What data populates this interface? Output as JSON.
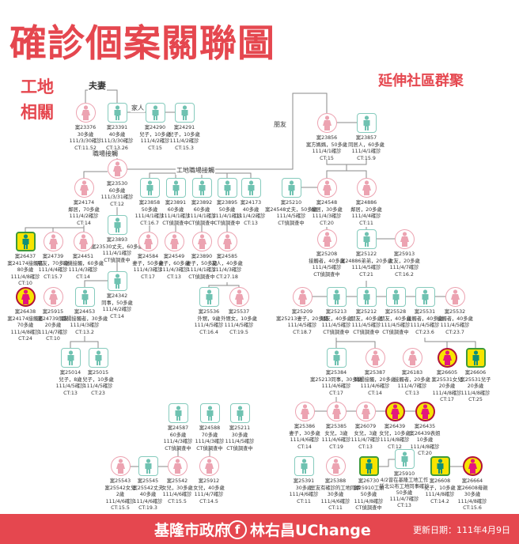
{
  "title": "確診個案關聯圖",
  "side_label_1": "工地",
  "side_label_2": "相關",
  "right_label": "延伸社區群聚",
  "relations": {
    "couple": "夫妻",
    "family": "家人",
    "workplace": "職場接觸",
    "site_workplace": "工地職場接觸",
    "friend": "朋友"
  },
  "colors": {
    "brand_red": "#e5474f",
    "female": "#eca3b1",
    "male": "#86cbbd",
    "highlight_new": "#f7e400"
  },
  "nodes": [
    {
      "sex": "F",
      "hl": false,
      "lines": [
        "案23376",
        "30多歲",
        "111/3/30確診",
        "CT:11.52"
      ]
    },
    {
      "sex": "M",
      "hl": false,
      "lines": [
        "案23391",
        "40多歲",
        "111/3/30確診",
        "CT:13.26"
      ]
    },
    {
      "sex": "M",
      "hl": false,
      "lines": [
        "案24290",
        "兒子，10多歲",
        "111/4/2確診",
        "CT:15"
      ]
    },
    {
      "sex": "M",
      "hl": false,
      "lines": [
        "案24291",
        "兒子，10多歲",
        "111/4/2確診",
        "CT:15.3"
      ]
    },
    {
      "sex": "F",
      "hl": false,
      "lines": [
        "案23530",
        "60多歲",
        "111/3/31確診",
        "CT:12"
      ]
    },
    {
      "sex": "F",
      "hl": false,
      "lines": [
        "案24174",
        "鄰居，70多歲",
        "111/4/2確診",
        "CT:14"
      ]
    },
    {
      "sex": "M",
      "hl": false,
      "lines": [
        "案23858",
        "50多歲",
        "111/4/1確診",
        "CT:16.7"
      ]
    },
    {
      "sex": "M",
      "hl": false,
      "lines": [
        "案23891",
        "60多歲",
        "111/4/1確診",
        "CT偵調查中"
      ]
    },
    {
      "sex": "M",
      "hl": false,
      "lines": [
        "案23892",
        "60多歲",
        "111/4/1確診",
        "CT偵調查中"
      ]
    },
    {
      "sex": "M",
      "hl": false,
      "lines": [
        "案23895",
        "50多歲",
        "111/4/1確診",
        "CT偵調查中"
      ]
    },
    {
      "sex": "M",
      "hl": false,
      "lines": [
        "案24173",
        "40多歲",
        "111/4/2確診",
        "CT:13"
      ]
    },
    {
      "sex": "M",
      "hl": false,
      "lines": [
        "案23893",
        "案23530丈夫，60多歲",
        "111/4/1確診",
        "CT偵調查中"
      ]
    },
    {
      "sex": "M",
      "hl": true,
      "lines": [
        "案26437",
        "案24174接觸者",
        "80多歲",
        "111/4/8確診",
        "CT:10"
      ]
    },
    {
      "sex": "F",
      "hl": false,
      "lines": [
        "案24739",
        "朋友，70多歲",
        "111/4/4確診",
        "CT:15.7"
      ]
    },
    {
      "sex": "F",
      "hl": false,
      "lines": [
        "案24451",
        "司機接觸，60多歲",
        "111/4/3確診",
        "CT:14"
      ]
    },
    {
      "sex": "F",
      "hl": false,
      "lines": [
        "案24584",
        "妻子，50多歲",
        "111/4/3確診",
        "CT:17"
      ]
    },
    {
      "sex": "F",
      "hl": false,
      "lines": [
        "案24549",
        "妻子，60多歲",
        "111/4/3確診",
        "CT:13"
      ]
    },
    {
      "sex": "F",
      "hl": false,
      "lines": [
        "案23890",
        "妻子，50多歲",
        "111/4/1確診",
        "CT偵調查中"
      ]
    },
    {
      "sex": "F",
      "hl": false,
      "lines": [
        "案24585",
        "友人，40多歲",
        "111/4/3確診",
        "CT:27.18"
      ]
    },
    {
      "sex": "M",
      "hl": false,
      "lines": [
        "案24342",
        "同事，50多歲",
        "111/4/2確診",
        "CT:14"
      ]
    },
    {
      "sex": "F",
      "hl": true,
      "lines": [
        "案26438",
        "案24174接觸者",
        "70多歲",
        "111/4/8確診",
        "CT:24"
      ]
    },
    {
      "sex": "F",
      "hl": false,
      "lines": [
        "案25915",
        "案24739朋友",
        "20多歲",
        "111/4/7確診",
        "CT:10"
      ]
    },
    {
      "sex": "M",
      "hl": false,
      "lines": [
        "案24453",
        "職場接觸者，30多歲",
        "111/4/3確診",
        "CT:13.2"
      ]
    },
    {
      "sex": "M",
      "hl": false,
      "lines": [
        "案25536",
        "外甥，9歲",
        "111/4/5確診",
        "CT:16.4"
      ]
    },
    {
      "sex": "F",
      "hl": false,
      "lines": [
        "案25537",
        "外甥女，10多歲",
        "111/4/5確診",
        "CT:19.5"
      ]
    },
    {
      "sex": "M",
      "hl": false,
      "lines": [
        "案25014",
        "兒子，8歲",
        "111/4/5確診",
        "CT:13"
      ]
    },
    {
      "sex": "M",
      "hl": false,
      "lines": [
        "案25015",
        "兒子，10多歲",
        "111/4/5確診",
        "CT:23"
      ]
    },
    {
      "sex": "M",
      "hl": false,
      "lines": [
        "案24587",
        "60多歲",
        "111/4/3確診",
        "CT偵調查中"
      ]
    },
    {
      "sex": "M",
      "hl": false,
      "lines": [
        "案24588",
        "70多歲",
        "111/4/3確診",
        "CT偵調查中"
      ]
    },
    {
      "sex": "M",
      "hl": false,
      "lines": [
        "案25211",
        "30多歲",
        "111/4/5確診",
        "CT偵調查中"
      ]
    },
    {
      "sex": "F",
      "hl": false,
      "lines": [
        "案25543",
        "案25542女兒",
        "2歲",
        "111/4/6確診",
        "CT:15.5"
      ]
    },
    {
      "sex": "M",
      "hl": false,
      "lines": [
        "案25545",
        "案25542丈夫",
        "40多歲",
        "111/4/6確診",
        "CT:19.3"
      ]
    },
    {
      "sex": "F",
      "hl": false,
      "lines": [
        "案25542",
        "女兒，30多歲",
        "111/4/6確診",
        "CT:15.5"
      ]
    },
    {
      "sex": "F",
      "hl": false,
      "lines": [
        "案25912",
        "女兒，40多歲",
        "111/4/7確診",
        "CT:14.5"
      ]
    },
    {
      "sex": "F",
      "hl": false,
      "lines": [
        "案23856",
        "案方媽媽，50多歲",
        "111/4/1確診",
        "CT:15"
      ]
    },
    {
      "sex": "M",
      "hl": false,
      "lines": [
        "案23857",
        "同居人，60多歲",
        "111/4/1確診",
        "CT:15.9"
      ]
    },
    {
      "sex": "M",
      "hl": false,
      "lines": [
        "案25210",
        "案24548丈夫，50多歲",
        "111/4/5確診",
        "CT偵調查中"
      ]
    },
    {
      "sex": "F",
      "hl": false,
      "lines": [
        "案24548",
        "鄰居，30多歲",
        "111/4/3確診",
        "CT:20"
      ]
    },
    {
      "sex": "F",
      "hl": false,
      "lines": [
        "案24886",
        "鄰居，20多歲",
        "111/4/4確診",
        "CT:11"
      ]
    },
    {
      "sex": "F",
      "hl": false,
      "lines": [
        "案25208",
        "接觸者，40多歲",
        "111/4/5確診",
        "CT偵調查中"
      ]
    },
    {
      "sex": "M",
      "hl": false,
      "lines": [
        "案25122",
        "案24886弟弟，20多歲",
        "111/4/5確診",
        "CT:21"
      ]
    },
    {
      "sex": "F",
      "hl": false,
      "lines": [
        "案25913",
        "女友，20多歲",
        "111/4/7確診",
        "CT:16.2"
      ]
    },
    {
      "sex": "F",
      "hl": false,
      "lines": [
        "案25209",
        "案25213妻子，20多歲",
        "111/4/5確診",
        "CT:18.7"
      ]
    },
    {
      "sex": "M",
      "hl": false,
      "lines": [
        "案25213",
        "朋友，40多歲",
        "111/4/5確診",
        "CT偵調查中"
      ]
    },
    {
      "sex": "M",
      "hl": false,
      "lines": [
        "案25212",
        "朋友，40多歲",
        "111/4/5確診",
        "CT偵調查中"
      ]
    },
    {
      "sex": "M",
      "hl": false,
      "lines": [
        "案25528",
        "朋友，40多歲",
        "111/4/5確診",
        "CT偵調查中"
      ]
    },
    {
      "sex": "M",
      "hl": false,
      "lines": [
        "案25531",
        "接觸者，40多歲",
        "111/4/5確診",
        "CT:23.6"
      ]
    },
    {
      "sex": "F",
      "hl": false,
      "lines": [
        "案25532",
        "接觸者，40多歲",
        "111/4/5確診",
        "CT:23.7"
      ]
    },
    {
      "sex": "M",
      "hl": false,
      "lines": [
        "案25384",
        "案25213同事，30多歲",
        "111/4/6確診",
        "CT:17"
      ]
    },
    {
      "sex": "F",
      "hl": false,
      "lines": [
        "案25387",
        "職場接觸，20多歲",
        "111/4/6確診",
        "CT:14"
      ]
    },
    {
      "sex": "F",
      "hl": false,
      "lines": [
        "案26183",
        "接觸者，20多歲",
        "111/4/7確診",
        "CT:13"
      ]
    },
    {
      "sex": "F",
      "hl": true,
      "lines": [
        "案26605",
        "案25531女兒",
        "20多歲",
        "111/4/8確診",
        "CT:17"
      ]
    },
    {
      "sex": "M",
      "hl": true,
      "lines": [
        "案26606",
        "案25531兒子",
        "20多歲",
        "111/4/8確診",
        "CT:25"
      ]
    },
    {
      "sex": "F",
      "hl": false,
      "lines": [
        "案25386",
        "妻子，30多歲",
        "111/4/6確診",
        "CT:14"
      ]
    },
    {
      "sex": "F",
      "hl": false,
      "lines": [
        "案25385",
        "女兒，3歲",
        "111/4/6確診",
        "CT:19"
      ]
    },
    {
      "sex": "F",
      "hl": false,
      "lines": [
        "案26079",
        "女兒，3歲",
        "111/4/7確診",
        "CT:13"
      ]
    },
    {
      "sex": "F",
      "hl": true,
      "lines": [
        "案26439",
        "女兒，10多歲",
        "111/4/8確診",
        "CT:12"
      ]
    },
    {
      "sex": "F",
      "hl": true,
      "lines": [
        "案26435",
        "案26439表姐",
        "10多歲",
        "111/4/8確診",
        "CT:20"
      ]
    },
    {
      "sex": "M",
      "hl": false,
      "lines": [
        "案25391",
        "30多歲",
        "111/4/6確診",
        "CT:11"
      ]
    },
    {
      "sex": "F",
      "hl": false,
      "lines": [
        "案25388",
        "室友有確診的工地同事",
        "30多歲",
        "111/4/6確診",
        "CT:11"
      ]
    },
    {
      "sex": "M",
      "hl": true,
      "lines": [
        "案26730",
        "案25910工頭",
        "50多歲",
        "111/4/8確診",
        "CT偵調查中"
      ]
    },
    {
      "sex": "M",
      "hl": false,
      "lines": [
        "案25910",
        "4/2曾在基隆工地工作",
        "新北公布工地同事確診",
        "50多歲",
        "111/4/7確診",
        "CT:13"
      ]
    },
    {
      "sex": "M",
      "hl": true,
      "lines": [
        "案26608",
        "兒子，10多歲",
        "111/4/8確診",
        "CT:14.2"
      ]
    },
    {
      "sex": "F",
      "hl": true,
      "lines": [
        "案26664",
        "案26608母親",
        "30多歲",
        "111/4/8確診",
        "CT:15.6"
      ]
    }
  ],
  "footer": {
    "org": "基隆市政府",
    "facebook_icon": "f",
    "page": "林右昌UChange",
    "updated": "更新日期：111年4月9日"
  }
}
